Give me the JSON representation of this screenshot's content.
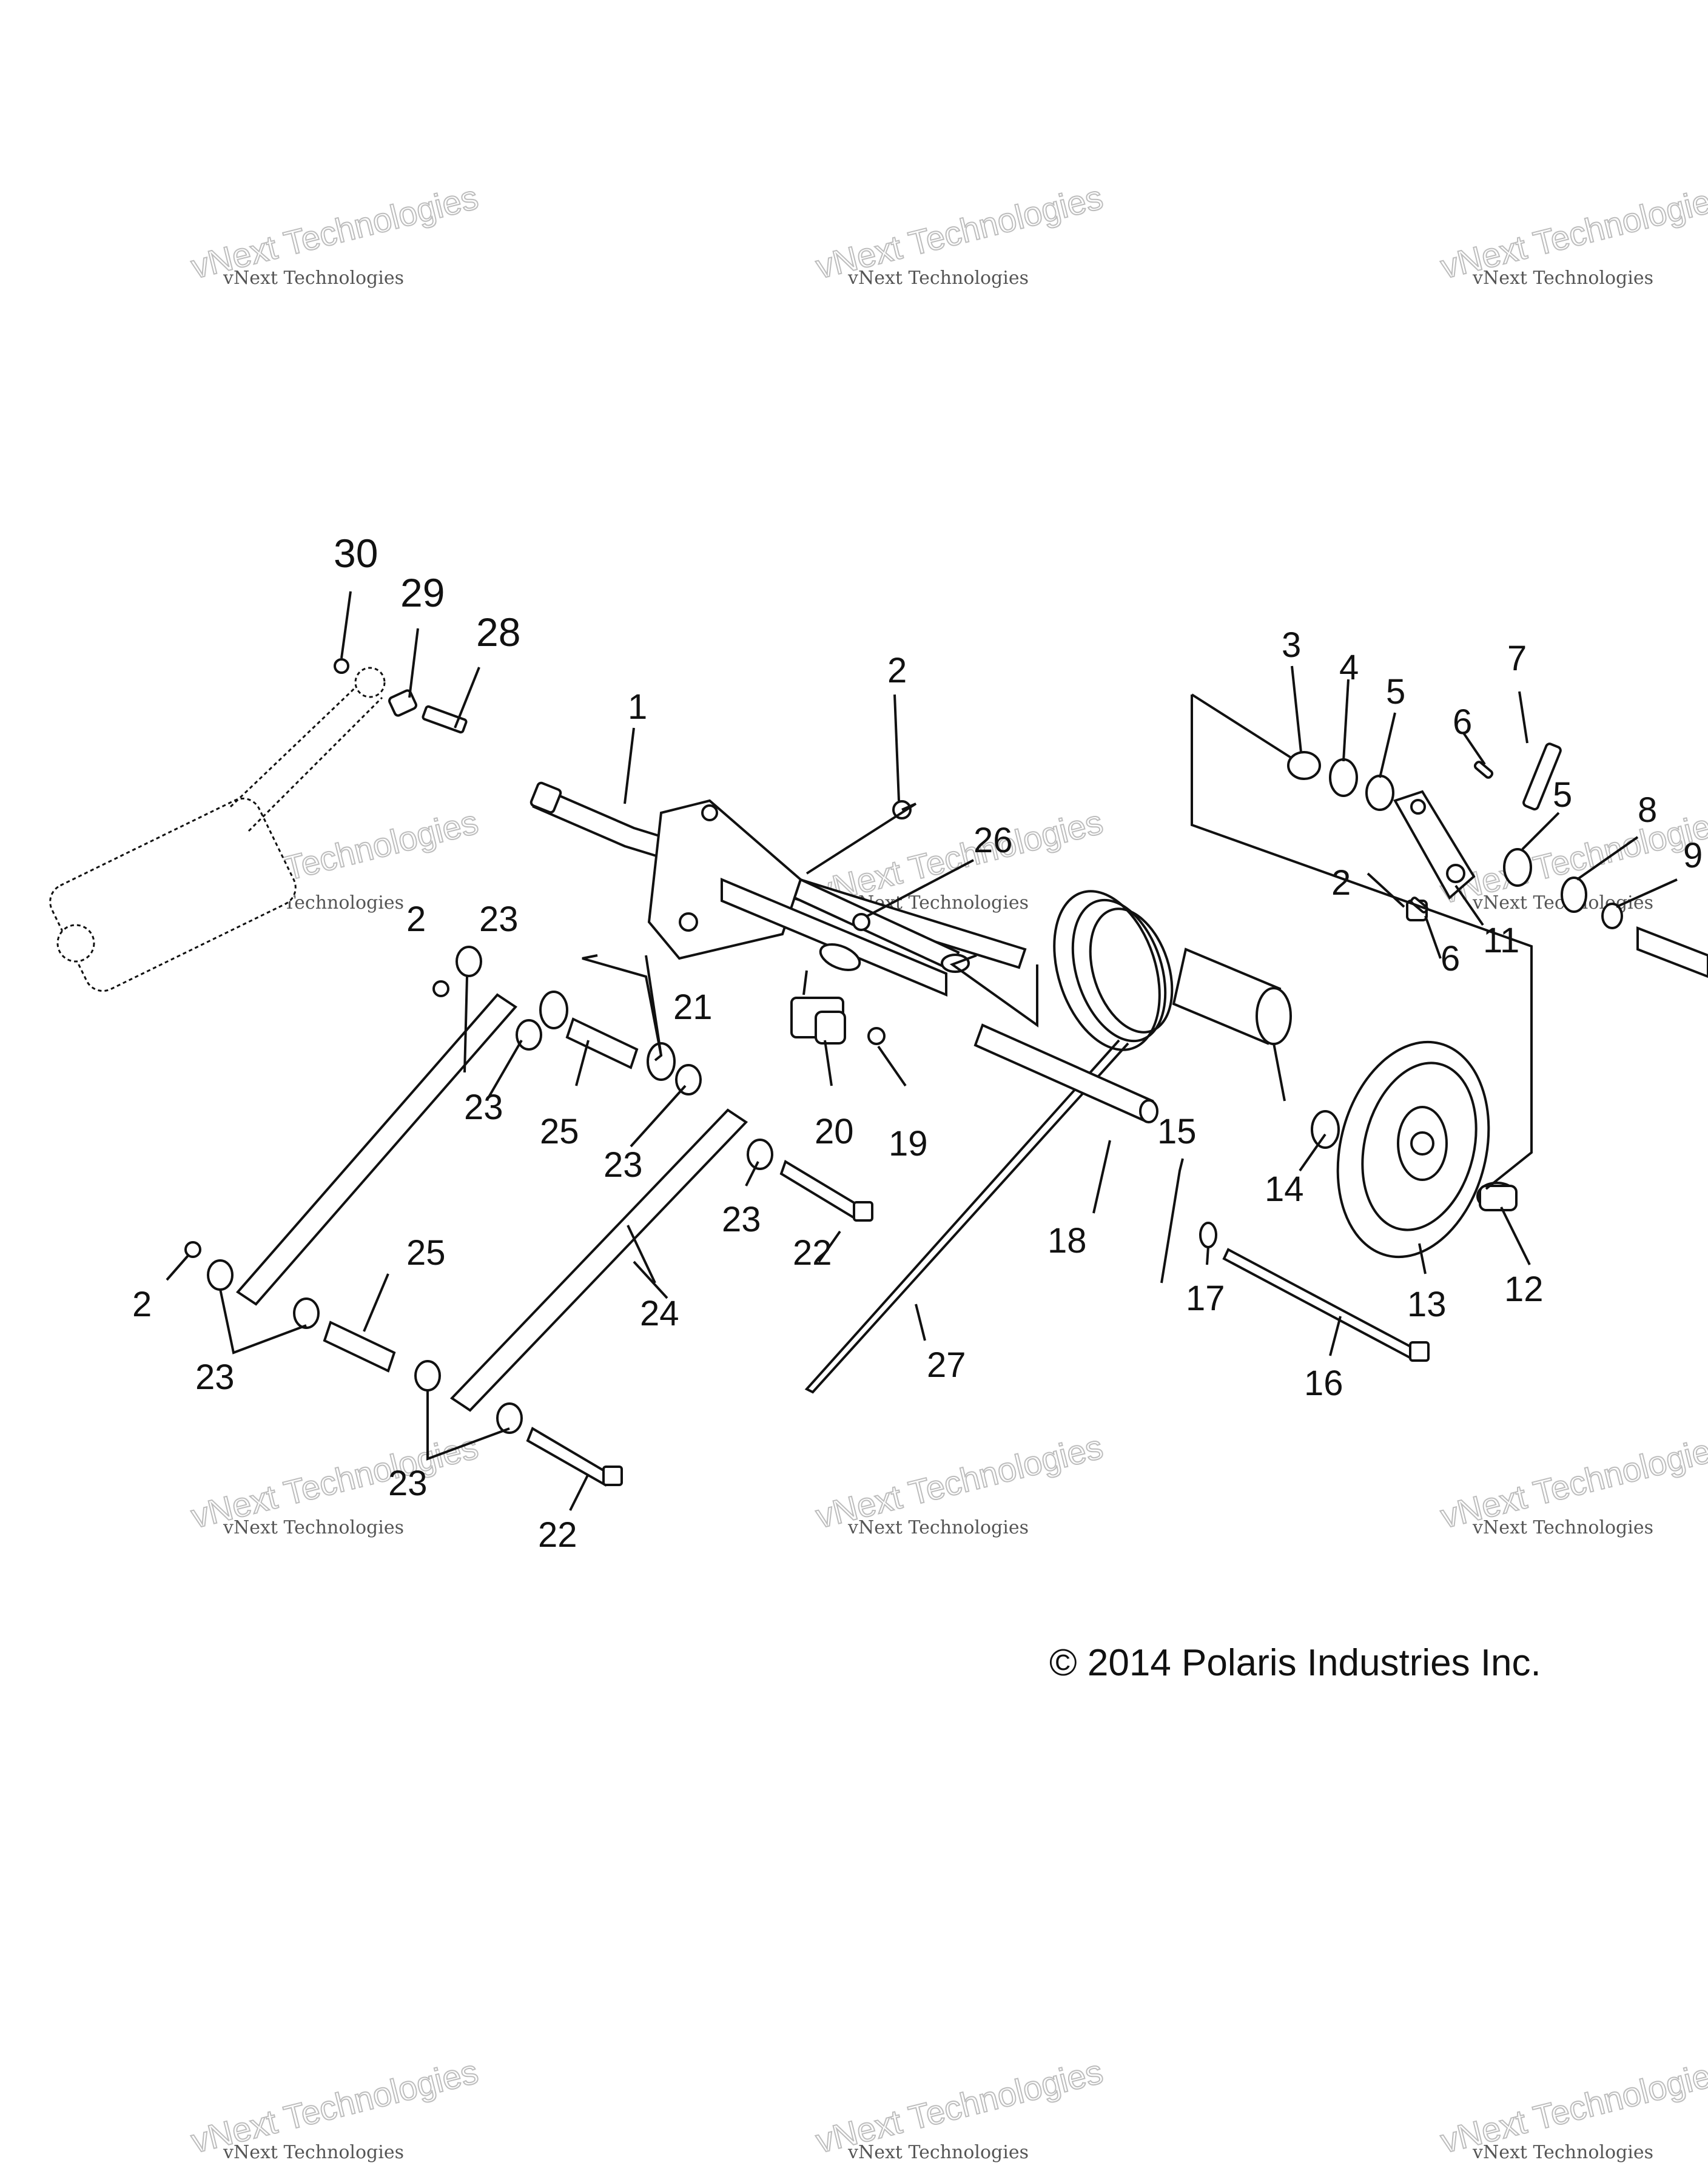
{
  "watermark": {
    "line1": "vNext Technologies",
    "line2": "vNext Technologies"
  },
  "copyright": "© 2014 Polaris Industries Inc.",
  "callouts": {
    "c1": "1",
    "c2": "2",
    "c3": "3",
    "c4": "4",
    "c5": "5",
    "c6": "6",
    "c7": "7",
    "c8": "8",
    "c9": "9",
    "c11": "11",
    "c12": "12",
    "c13": "13",
    "c14": "14",
    "c15": "15",
    "c16": "16",
    "c17": "17",
    "c18": "18",
    "c19": "19",
    "c20": "20",
    "c21": "21",
    "c22": "22",
    "c23": "23",
    "c24": "24",
    "c25": "25",
    "c26": "26",
    "c27": "27",
    "c28": "28",
    "c29": "29",
    "c30": "30"
  },
  "parts": [
    {
      "id": "shock",
      "icon": "shock-absorber-icon"
    },
    {
      "id": "axle-arm",
      "icon": "axle-arm-icon"
    },
    {
      "id": "spring",
      "icon": "torsion-spring-icon"
    },
    {
      "id": "wheel",
      "icon": "idler-wheel-icon"
    },
    {
      "id": "links",
      "icon": "link-arm-icon"
    },
    {
      "id": "bracket",
      "icon": "bracket-icon"
    }
  ]
}
